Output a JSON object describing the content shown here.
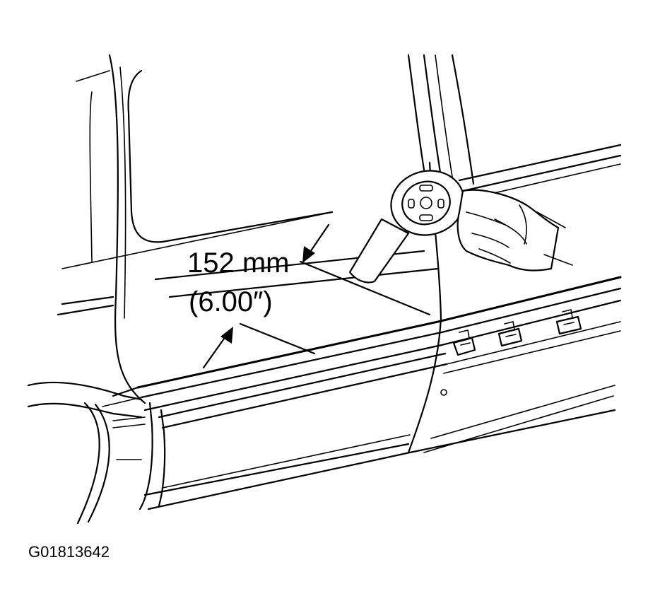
{
  "dimension": {
    "metric": "152 mm",
    "imperial": "(6.00″)"
  },
  "figure_id": "G01813642",
  "colors": {
    "line": "#000000",
    "background": "#ffffff"
  }
}
